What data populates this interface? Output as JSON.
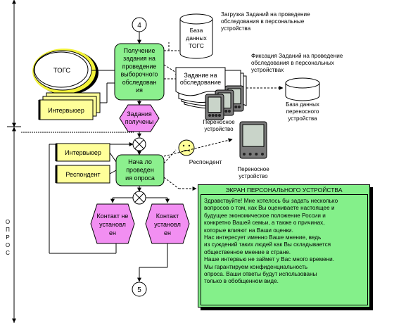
{
  "left_section_label": "ОПРОС",
  "connectors": {
    "top": "4",
    "bottom": "5"
  },
  "togs": {
    "label": "ТОГС"
  },
  "interviewer_top": "Интервьюер",
  "task_receive": {
    "lines": [
      "Получение",
      "задания на",
      "проведение",
      "выборочного",
      "обследован",
      "ия"
    ]
  },
  "db_togs": {
    "lines": [
      "База",
      "данных",
      "ТОГС"
    ]
  },
  "note_load": {
    "lines": [
      "Загрузка Заданий на проведение",
      "обследования в персональные",
      "устройства"
    ]
  },
  "note_fix": {
    "lines": [
      "Фиксация Заданий на проведение",
      "обследования в персональных",
      "устройствах"
    ]
  },
  "task_doc": {
    "lines": [
      "Задание на",
      "обследование"
    ]
  },
  "db_portable": {
    "lines": [
      "База данных",
      "переносного",
      "устройства"
    ]
  },
  "portable_device_1": {
    "lines": [
      "Переносное",
      "устройство"
    ]
  },
  "portable_device_2": {
    "lines": [
      "Переносное",
      "устройство"
    ]
  },
  "event_tasks_received": {
    "lines": [
      "Задания",
      "получены"
    ]
  },
  "respondent_smiley_label": "Респондент",
  "interviewer_left": "Интервьюер",
  "respondent_left": "Респондент",
  "start_survey": {
    "lines": [
      "Нача ло",
      "проведен",
      "ия опроса"
    ]
  },
  "contact_left": {
    "lines": [
      "Контакт не",
      "установл",
      "ен"
    ]
  },
  "contact_right": {
    "lines": [
      "Контакт",
      "установл",
      "ен"
    ]
  },
  "screen": {
    "title": "ЭКРАН ПЕРСОНАЛЬНОГО УСТРОЙСТВА",
    "text": "Здравствуйте! Мне хотелось бы задать несколько\nвопросов о том, как Вы оцениваете настоящее и\nбудущее экономическое положение России и\nконкретно Вашей семьи, а также о причинах,\nкоторые влияют на Ваши оценки.\nНас интересует именно Ваше мнение, ведь\nиз суждений таких людей как Вы складывается\nобщественное мнение в стране.\nНаше интервью не займет у Вас много времени.\nМы гарантируем конфиденциальность\nопроса. Ваши ответы будут использованы\nтолько в обобщенном виде."
  },
  "colors": {
    "function_fill": "#8cf08e",
    "event_fill": "#f28ff2",
    "role_fill": "#ffff99",
    "togs_fill": "#ffff66"
  }
}
